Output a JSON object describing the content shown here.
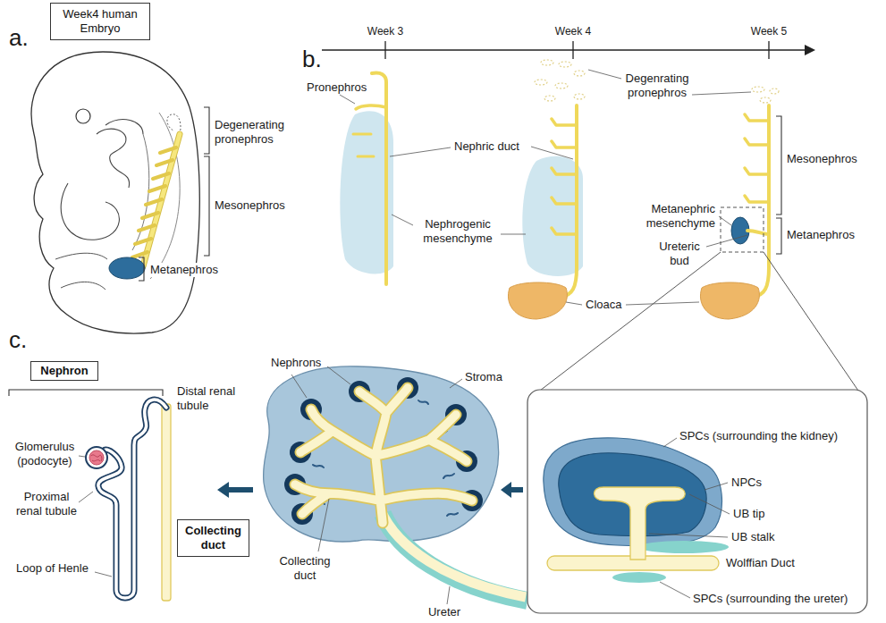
{
  "diagram": {
    "nodes": [
      {
        "text": [
          "Week4 human Embryo"
        ]
      },
      {
        "text": [
          "Nephron"
        ]
      },
      {
        "text": [
          "Collecting duct"
        ]
      }
    ],
    "labels": [
      "a.",
      "Degenerating pronephros",
      "Mesonephros",
      "Metanephros",
      "b.",
      "Week 3",
      "Week 4",
      "Week 5",
      "Pronephros",
      "Nephric duct",
      "Nephrogenic mesenchyme",
      "Degenrating pronephros",
      "Cloaca",
      "Mesonephros",
      "Metanephric mesenchyme",
      "Ureteric bud",
      "Metanephros",
      "c.",
      "Distal renal tubule",
      "Glomerulus (podocyte)",
      "Proximal renal tubule",
      "Loop of Henle",
      "Nephrons",
      "Stroma",
      "Collecting duct",
      "Ureter",
      "SPCs (surrounding the kidney)",
      "NPCs",
      "UB tip",
      "UB stalk",
      "Wolffian Duct",
      "SPCs (surrounding the ureter)"
    ]
  }
}
